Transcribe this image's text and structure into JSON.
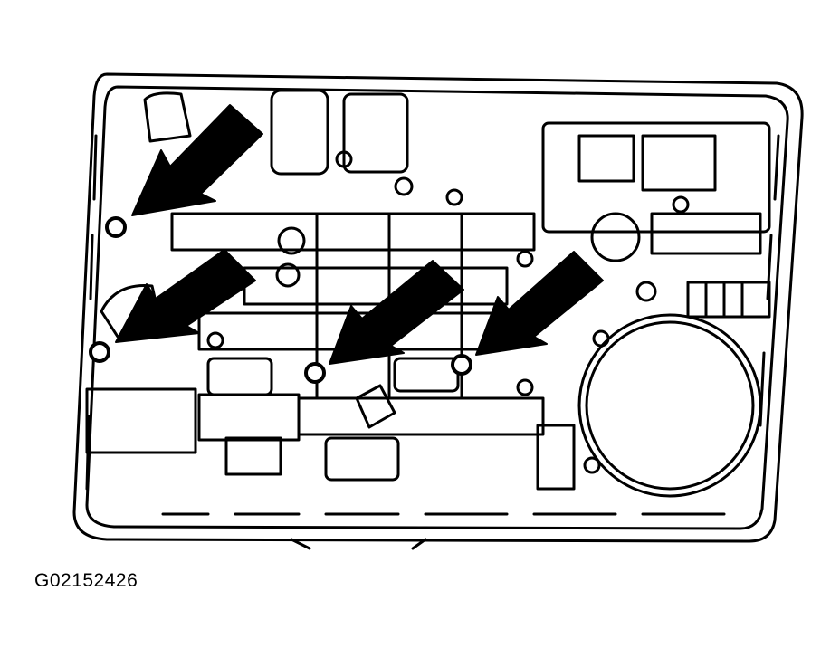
{
  "figure": {
    "code": "G02152426",
    "subject": "valve-body",
    "callouts": [
      {
        "name": "arrow-1",
        "target": "check-ball-1"
      },
      {
        "name": "arrow-2",
        "target": "check-ball-2"
      },
      {
        "name": "arrow-3",
        "target": "check-ball-3"
      },
      {
        "name": "arrow-4",
        "target": "check-ball-4"
      }
    ]
  },
  "colors": {
    "ink": "#000000",
    "paper": "#ffffff"
  }
}
